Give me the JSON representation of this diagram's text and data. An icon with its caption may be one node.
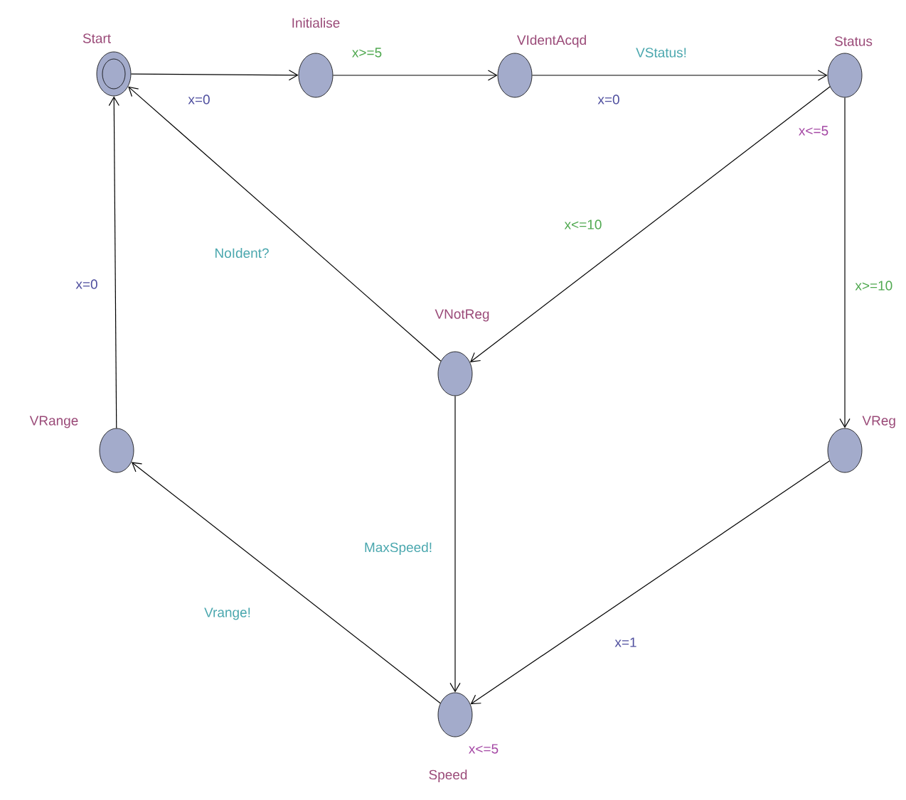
{
  "diagram": {
    "nodes": [
      {
        "text": [
          "Start"
        ]
      },
      {
        "text": [
          "Initialise"
        ]
      },
      {
        "text": [
          "VIdentAcqd"
        ]
      },
      {
        "text": [
          "Status"
        ],
        "beside": [
          "x<=5"
        ]
      },
      {
        "text": [
          "VNotReg"
        ]
      },
      {
        "text": [
          "VRange"
        ]
      },
      {
        "text": [
          "VReg"
        ]
      },
      {
        "text": [
          "Speed"
        ],
        "beside": [
          "x<=5"
        ]
      }
    ],
    "edges": [
      {
        "from": 0,
        "to": 1,
        "arrow": "to",
        "label": "x=0"
      },
      {
        "from": 1,
        "to": 2,
        "arrow": "to",
        "label": "x>=5"
      },
      {
        "from": 2,
        "to": 3,
        "arrow": "to",
        "label": "VStatus!"
      },
      {
        "from": 3,
        "to": 4,
        "arrow": "to",
        "label": "x<=10"
      },
      {
        "from": 3,
        "to": 6,
        "arrow": "to",
        "label": "x>=10"
      },
      {
        "from": 4,
        "to": 0,
        "arrow": "to",
        "label": "NoIdent?"
      },
      {
        "from": 4,
        "to": 7,
        "arrow": "to",
        "label": "MaxSpeed!"
      },
      {
        "from": 6,
        "to": 7,
        "arrow": "to",
        "label": "x=1"
      },
      {
        "from": 7,
        "to": 5,
        "arrow": "to",
        "label": "Vrange!"
      },
      {
        "from": 5,
        "to": 0,
        "arrow": "to",
        "label": "x=0"
      }
    ],
    "labels": [
      "x=0"
    ]
  }
}
